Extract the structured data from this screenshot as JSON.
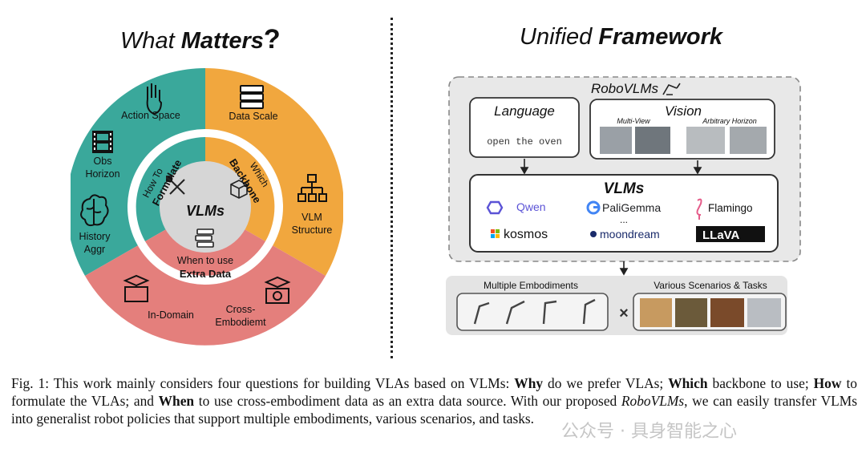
{
  "left": {
    "title_prefix": "What ",
    "title_bold": "Matters",
    "title_mark": "?",
    "center": "VLMs",
    "inner_labels": {
      "how_to": "How To",
      "formulate": "Formulate",
      "which": "Which",
      "backbone": "Backbone",
      "when_to_use": "When to use",
      "extra_data": "Extra Data"
    },
    "outer_items": {
      "action_space": "Action Space",
      "obs_horizon_1": "Obs",
      "obs_horizon_2": "Horizon",
      "history_1": "History",
      "history_2": "Aggr",
      "data_scale": "Data Scale",
      "vlm_structure_1": "VLM",
      "vlm_structure_2": "Structure",
      "in_domain": "In-Domain",
      "cross_1": "Cross-",
      "cross_2": "Embodiemt"
    },
    "colors": {
      "teal": "#3aa89b",
      "orange": "#f1a73e",
      "pink": "#e47f7c",
      "inner": "#d6d6d6"
    }
  },
  "right": {
    "title_prefix": "Unified ",
    "title_bold": "Framework",
    "robovlms": "RoboVLMs",
    "language_title": "Language",
    "language_text": "open the oven",
    "vision_title": "Vision",
    "multi_view": "Multi-View",
    "arbitrary_horizon": "Arbitrary Horizon",
    "vlms_title": "VLMs",
    "models": {
      "qwen": "Qwen",
      "paligemma": "PaliGemma",
      "flamingo": "Flamingo",
      "ellipsis": "...",
      "kosmos": "kosmos",
      "moondream": "moondream",
      "llava": "LLaVA"
    },
    "multiple_embodiments": "Multiple Embodiments",
    "scenarios": "Various Scenarios & Tasks",
    "times": "×"
  },
  "caption": {
    "p1": "Fig. 1: This work mainly considers four questions for building VLAs based on VLMs: ",
    "why": "Why",
    "p2": " do we prefer VLAs; ",
    "which": "Which",
    "p3": " backbone to use; ",
    "how": "How",
    "p4": " to formulate the VLAs; and ",
    "when": "When",
    "p5": " to use cross-embodiment data as an extra data source. With our proposed ",
    "robovlms": "RoboVLMs",
    "p6": ", we can easily transfer VLMs into generalist robot policies that support multiple embodiments, various scenarios, and tasks."
  },
  "watermark": "公众号 · 具身智能之心"
}
